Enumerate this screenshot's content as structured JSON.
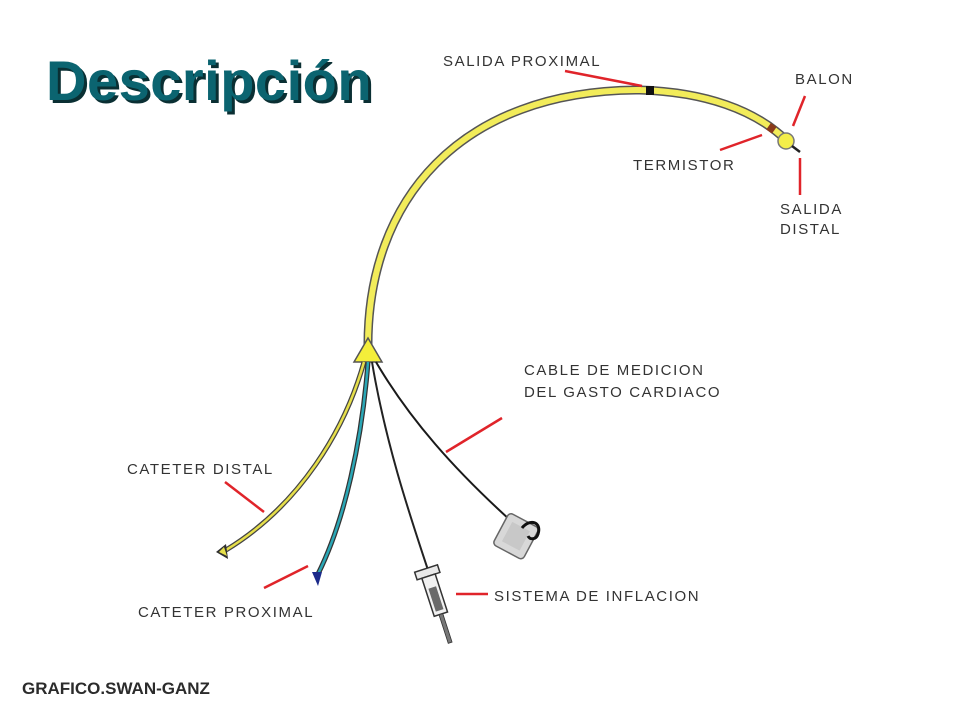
{
  "slide": {
    "title": "Descripción",
    "caption": "GRAFICO.SWAN-GANZ"
  },
  "labels": {
    "salida_proximal": "SALIDA PROXIMAL",
    "balon": "BALON",
    "termistor": "TERMISTOR",
    "salida_distal_line1": "SALIDA",
    "salida_distal_line2": "DISTAL",
    "cable_line1": "CABLE DE MEDICION",
    "cable_line2": "DEL GASTO CARDIACO",
    "cateter_distal": "CATETER DISTAL",
    "cateter_proximal": "CATETER PROXIMAL",
    "sistema_inflacion": "SISTEMA DE INFLACION"
  },
  "colors": {
    "title": "#0b6470",
    "catheter": "#f2ec5a",
    "proximal_lumen": "#2aa7b6",
    "leader": "#e0242a",
    "cable": "#1a1a1a"
  }
}
